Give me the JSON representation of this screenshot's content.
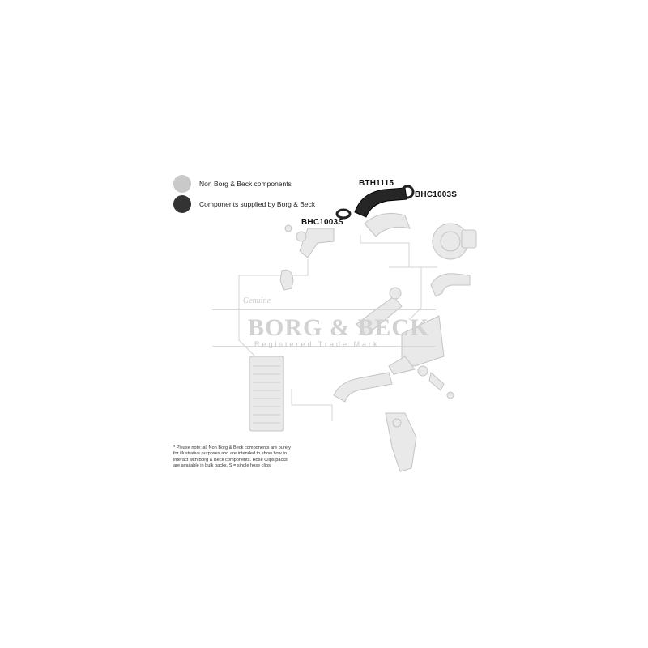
{
  "legend": {
    "non_bb": {
      "label": "Non Borg & Beck components",
      "color": "#c9c9c9"
    },
    "bb": {
      "label": "Components supplied by Borg & Beck",
      "color": "#333333"
    }
  },
  "parts": {
    "hose": "BTH1115",
    "clip_right": "BHC1003S",
    "clip_left": "BHC1003S"
  },
  "watermark": {
    "script": "Genuine",
    "brand": "BORG & BECK",
    "tagline": "Registered Trade Mark"
  },
  "note": "* Please note: all Non Borg & Beck components are purely for illustrative purposes and are intended to show how to interact with Borg & Beck components. Hose Clips packs are available in bulk packs, S = single hose clips."
}
